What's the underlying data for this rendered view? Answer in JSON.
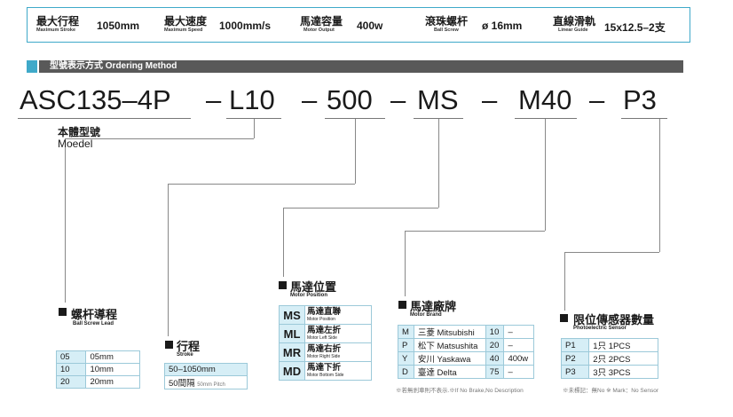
{
  "specs": [
    {
      "zh": "最大行程",
      "en": "Maximum Stroke",
      "value": "1050mm"
    },
    {
      "zh": "最大速度",
      "en": "Maximum Speed",
      "value": "1000mm/s"
    },
    {
      "zh": "馬達容量",
      "en": "Motor Output",
      "value": "400w"
    },
    {
      "zh": "滾珠螺杆",
      "en": "Ball Screw",
      "value": "ø  16mm"
    },
    {
      "zh": "直線滑軌",
      "en": "Linear Guide",
      "value": "15x12.5–2支"
    }
  ],
  "section_title": "型號表示方式 Ordering Method",
  "code": {
    "p1": "ASC135–4P",
    "d1": "–",
    "p2": "L10",
    "d2": "–",
    "p3": "500",
    "d3": "–",
    "p4": "MS",
    "d4": "–",
    "p5": "M40",
    "d5": "–",
    "p6": "P3"
  },
  "body": {
    "zh": "本體型號",
    "en": "Moedel"
  },
  "lead": {
    "zh": "螺杆導程",
    "en": "Ball Screw Lead",
    "rows": [
      [
        "05",
        "05mm"
      ],
      [
        "10",
        "10mm"
      ],
      [
        "20",
        "20mm"
      ]
    ]
  },
  "stroke": {
    "zh": "行程",
    "en": "Stroke",
    "range": "50–1050mm",
    "pitch": "50間隔",
    "pitch_en": "50mm Pitch"
  },
  "motor_position": {
    "zh": "馬達位置",
    "en": "Motor Position",
    "rows": [
      {
        "k": "MS",
        "zh": "馬達直聯",
        "en": "Motor Position"
      },
      {
        "k": "ML",
        "zh": "馬達左折",
        "en": "Motor Left Side"
      },
      {
        "k": "MR",
        "zh": "馬達右折",
        "en": "Motor Right Side"
      },
      {
        "k": "MD",
        "zh": "馬達下折",
        "en": "Motor Bottom Side"
      }
    ]
  },
  "motor_brand": {
    "zh": "馬達廠牌",
    "en": "Motor Brand",
    "rows": [
      [
        "M",
        "三菱 Mitsubishi",
        "10",
        "–"
      ],
      [
        "P",
        "松下 Matsushita",
        "20",
        "–"
      ],
      [
        "Y",
        "安川 Yaskawa",
        "40",
        "400w"
      ],
      [
        "D",
        "臺達 Delta",
        "75",
        "–"
      ]
    ],
    "note": "※若無剎車則不表示.※If No Brake,No Description"
  },
  "sensor": {
    "zh": "限位傳感器數量",
    "en": "Photoelectric Sensor",
    "rows": [
      [
        "P1",
        "1只 1PCS"
      ],
      [
        "P2",
        "2只 2PCS"
      ],
      [
        "P3",
        "3只 3PCS"
      ]
    ],
    "note": "※未標記：無No ※ Mark：No Sensor"
  }
}
